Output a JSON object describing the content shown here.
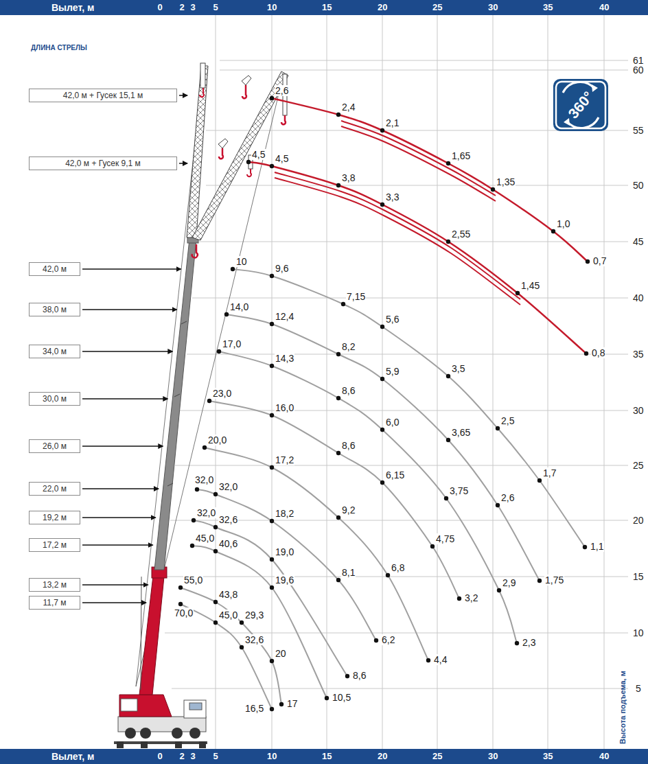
{
  "diagram": {
    "nodes": [
      {
        "text": [
          "42,0 м + Гусек 15,1 м"
        ]
      },
      {
        "text": [
          "360°"
        ]
      },
      {
        "text": [
          "42,0 м + Гусек 9,1 м"
        ]
      },
      {
        "text": [
          "42,0 м"
        ]
      },
      {
        "text": [
          "38,0 м"
        ]
      },
      {
        "text": [
          "34,0 м"
        ]
      },
      {
        "text": [
          "30,0 м"
        ]
      },
      {
        "text": [
          "26,0 м"
        ]
      },
      {
        "text": [
          "22,0 м"
        ]
      },
      {
        "text": [
          "19,2 м"
        ]
      },
      {
        "text": [
          "17,2 м"
        ]
      },
      {
        "text": [
          "13,2 м"
        ]
      },
      {
        "text": [
          "11,7 м"
        ]
      }
    ],
    "labels": [
      "Вылет, м",
      "0",
      "2",
      "3",
      "5",
      "10",
      "15",
      "20",
      "25",
      "30",
      "35",
      "40",
      "ДЛИНА СТРЕЛЫ",
      "61",
      "60",
      "55",
      "50",
      "45",
      "40",
      "35",
      "30",
      "25",
      "20",
      "15",
      "10",
      "5",
      "Высота подъема, м",
      "2,6",
      "2,4",
      "2,1",
      "1,65",
      "1,35",
      "1,0",
      "0,7",
      "4,5",
      "4,5",
      "3,8",
      "3,3",
      "2,55",
      "1,45",
      "0,8",
      "10",
      "9,6",
      "7,15",
      "5,6",
      "3,5",
      "2,5",
      "1,7",
      "1,1",
      "14,0",
      "12,4",
      "8,2",
      "5,9",
      "3,65",
      "2,6",
      "1,75",
      "17,0",
      "14,3",
      "8,6",
      "6,0",
      "3,75",
      "2,9",
      "2,3",
      "23,0",
      "16,0",
      "8,6",
      "6,15",
      "4,75",
      "3,2",
      "20,0",
      "17,2",
      "9,2",
      "6,8",
      "4,4",
      "32,0",
      "32,0",
      "18,2",
      "8,1",
      "6,2",
      "32,0",
      "32,6",
      "19,0",
      "8,6",
      "45,0",
      "40,6",
      "19,6",
      "10,5",
      "55,0",
      "43,8",
      "29,3",
      "20",
      "17",
      "70,0",
      "45,0",
      "32,6",
      "16,5",
      "Вылет, м",
      "0",
      "2",
      "3",
      "5",
      "10",
      "15",
      "20",
      "25",
      "30",
      "35",
      "40"
    ]
  }
}
